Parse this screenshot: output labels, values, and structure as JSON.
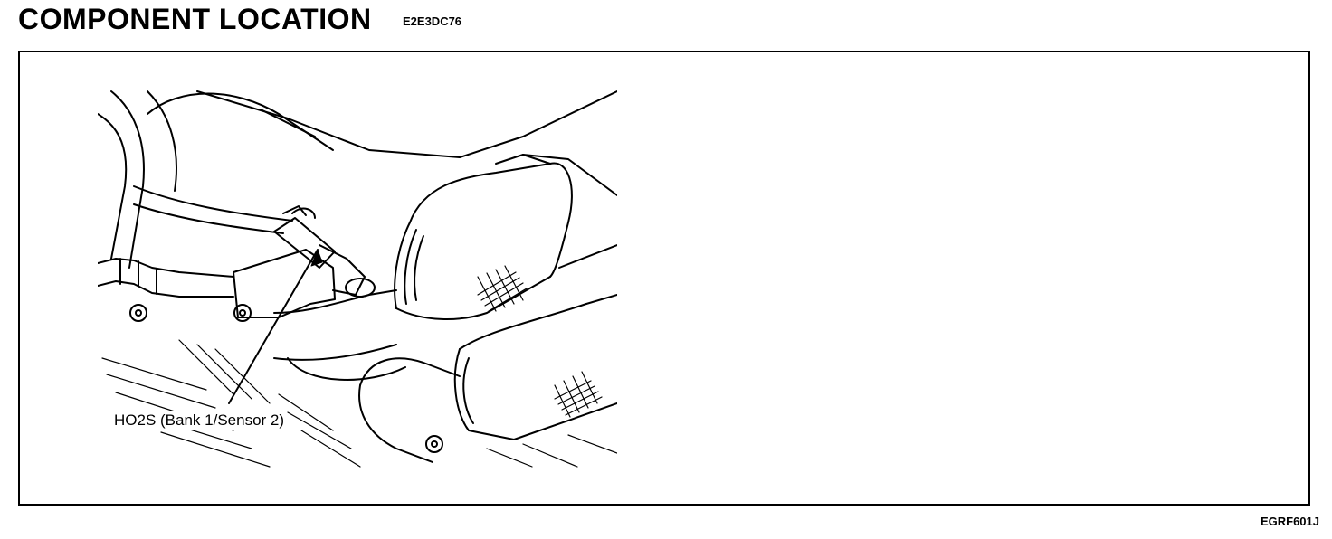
{
  "header": {
    "title": "COMPONENT LOCATION",
    "doc_code": "E2E3DC76"
  },
  "figure": {
    "callout_label": "HO2S (Bank 1/Sensor 2)",
    "figure_id": "EGRF601J",
    "icons": [
      "exhaust-line-drawing",
      "callout-arrow"
    ]
  }
}
